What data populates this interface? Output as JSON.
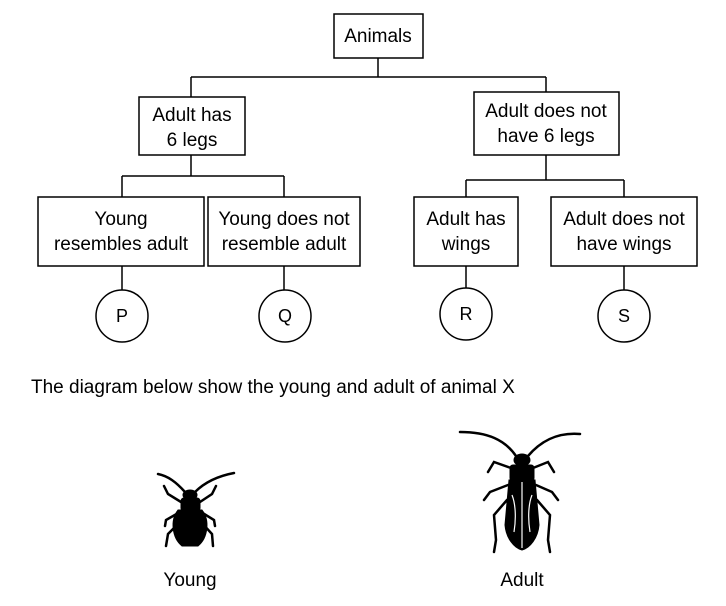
{
  "diagram": {
    "root": {
      "label": "Animals"
    },
    "left_branch": {
      "line1": "Adult has",
      "line2": "6 legs"
    },
    "right_branch": {
      "line1": "Adult does not",
      "line2": "have 6 legs"
    },
    "leaf_1": {
      "line1": "Young",
      "line2": "resembles adult"
    },
    "leaf_2": {
      "line1": "Young does not",
      "line2": "resemble adult"
    },
    "leaf_3": {
      "line1": "Adult has",
      "line2": "wings"
    },
    "leaf_4": {
      "line1": "Adult does not",
      "line2": "have wings"
    },
    "groups": [
      "P",
      "Q",
      "R",
      "S"
    ]
  },
  "caption": "The diagram below show the young and adult of animal X",
  "figures": {
    "young_label": "Young",
    "adult_label": "Adult"
  }
}
